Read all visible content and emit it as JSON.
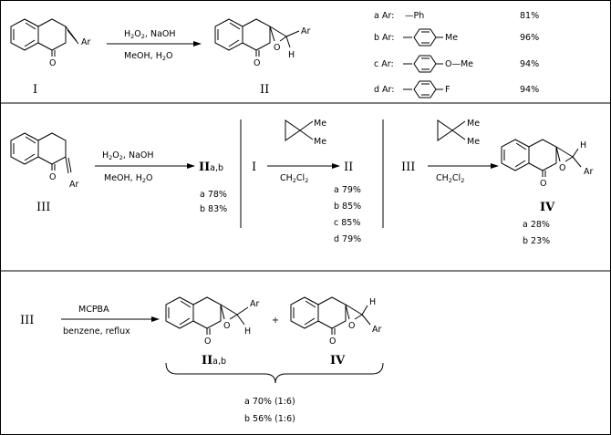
{
  "reaction1": {
    "reagent_top": "H",
    "reagent_top_sub": "2",
    "reagent_top_mid": "O",
    "reagent_top_sub2": "2",
    "reagent_top_end": ", NaOH",
    "reagent_bottom": "MeOH, H",
    "reagent_bottom_sub": "2",
    "reagent_bottom_end": "O",
    "start_label": "I",
    "product_label": "II",
    "sub_ar": "Ar",
    "sub_h": "H",
    "ketone_o": "O",
    "epox_o": "O"
  },
  "ar_table": [
    {
      "key": "a Ar:",
      "group": "—Ph",
      "ring_sub": "",
      "yield": "81%"
    },
    {
      "key": "b Ar:",
      "group": "",
      "ring_sub": "Me",
      "yield": "96%"
    },
    {
      "key": "c Ar:",
      "group": "",
      "ring_sub": "O—Me",
      "yield": "94%"
    },
    {
      "key": "d Ar:",
      "group": "",
      "ring_sub": "F",
      "yield": "94%"
    }
  ],
  "reaction2": {
    "start_label": "III",
    "ar": "Ar",
    "o": "O",
    "reagent_top": "H",
    "sub2": "2",
    "reagent_top_mid": "O",
    "reagent_top_end": ", NaOH",
    "reagent_bottom": "MeOH, H",
    "reagent_bottom_end": "O",
    "product_label": "II",
    "product_suffix": "a,b",
    "yields": [
      "a 78%",
      "b 83%"
    ]
  },
  "reaction3": {
    "start_label": "I",
    "me1": "Me",
    "me2": "Me",
    "solvent": "CH",
    "solvent_sub": "2",
    "solvent_end": "Cl",
    "solvent_sub2": "2",
    "product_label": "II",
    "yields": [
      "a 79%",
      "b 85%",
      "c 85%",
      "d 79%"
    ]
  },
  "reaction4": {
    "start_label": "III",
    "me1": "Me",
    "me2": "Me",
    "solvent": "CH",
    "solvent_sub": "2",
    "solvent_end": "Cl",
    "solvent_sub2": "2",
    "product_label": "IV",
    "h": "H",
    "ar": "Ar",
    "o1": "O",
    "o2": "O",
    "yields": [
      "a 28%",
      "b 23%"
    ]
  },
  "reaction5": {
    "start_label": "III",
    "reagent_top": "MCPBA",
    "reagent_bottom": "benzene, reflux",
    "plus": "+",
    "product1_label": "II",
    "product1_suffix": "a,b",
    "product2_label": "IV",
    "ar1": "Ar",
    "h1": "H",
    "ar2": "Ar",
    "h2": "H",
    "o": "O",
    "yields": [
      "a 70% (1:6)",
      "b 56% (1:6)"
    ]
  }
}
